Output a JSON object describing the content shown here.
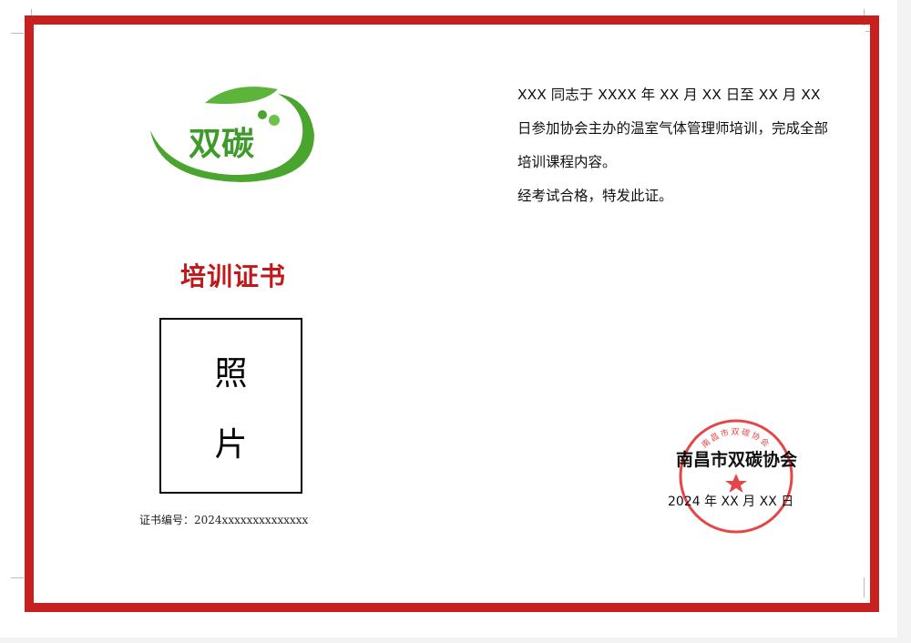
{
  "logo": {
    "text": "双碳"
  },
  "certificate": {
    "title": "培训证书",
    "photo_placeholder": [
      "照",
      "片"
    ],
    "cert_number_label": "证书编号：",
    "cert_number_value": "2024xxxxxxxxxxxxxx",
    "body_lines": [
      "XXX 同志于 XXXX 年 XX 月 XX 日至 XX 月 XX 日参加协会主办的温室气体管理师培训，完成全部培训课程内容。",
      "经考试合格，特发此证。"
    ],
    "issuer": "南昌市双碳协会",
    "date": "2024 年 XX 月 XX 日",
    "seal_text": "南昌市双碳协会"
  },
  "colors": {
    "border": "#c8201f",
    "title": "#c0191c",
    "logo_green": "#4aa52e",
    "seal": "#e0282a"
  }
}
